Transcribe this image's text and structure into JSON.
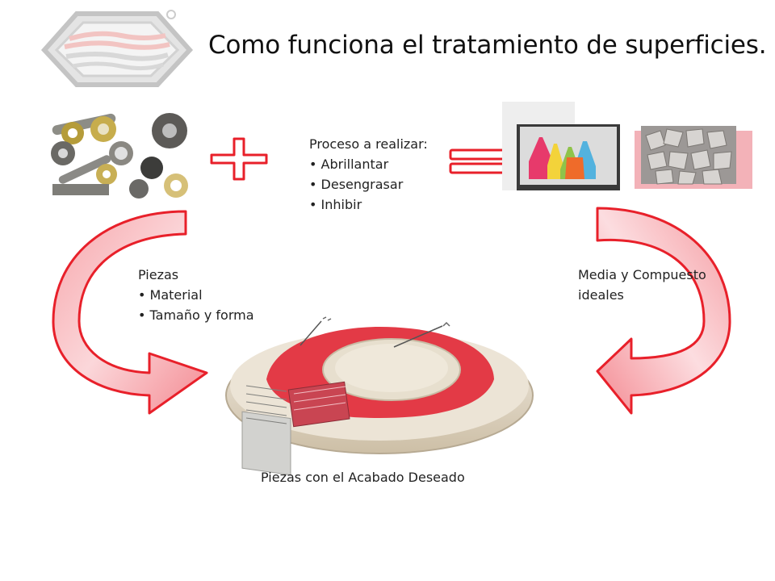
{
  "slide": {
    "title": "Como funciona el tratamiento de superficies.",
    "process": {
      "heading": "Proceso a realizar:",
      "items": [
        "Abrillantar",
        "Desengrasar",
        "Inhibir"
      ]
    },
    "parts": {
      "heading": "Piezas",
      "items": [
        "Material",
        "Tamaño y forma"
      ]
    },
    "media": {
      "line1": "Media y Compuesto",
      "line2": "ideales"
    },
    "result_caption": "Piezas con el Acabado Deseado"
  },
  "colors": {
    "accent_red": "#e8202a",
    "arrow_fill_light": "#f9c9cc",
    "logo_gray": "#c9c9c9"
  },
  "icons": [
    "logo-emblem",
    "plus-sign",
    "equals-sign",
    "curved-arrow"
  ]
}
